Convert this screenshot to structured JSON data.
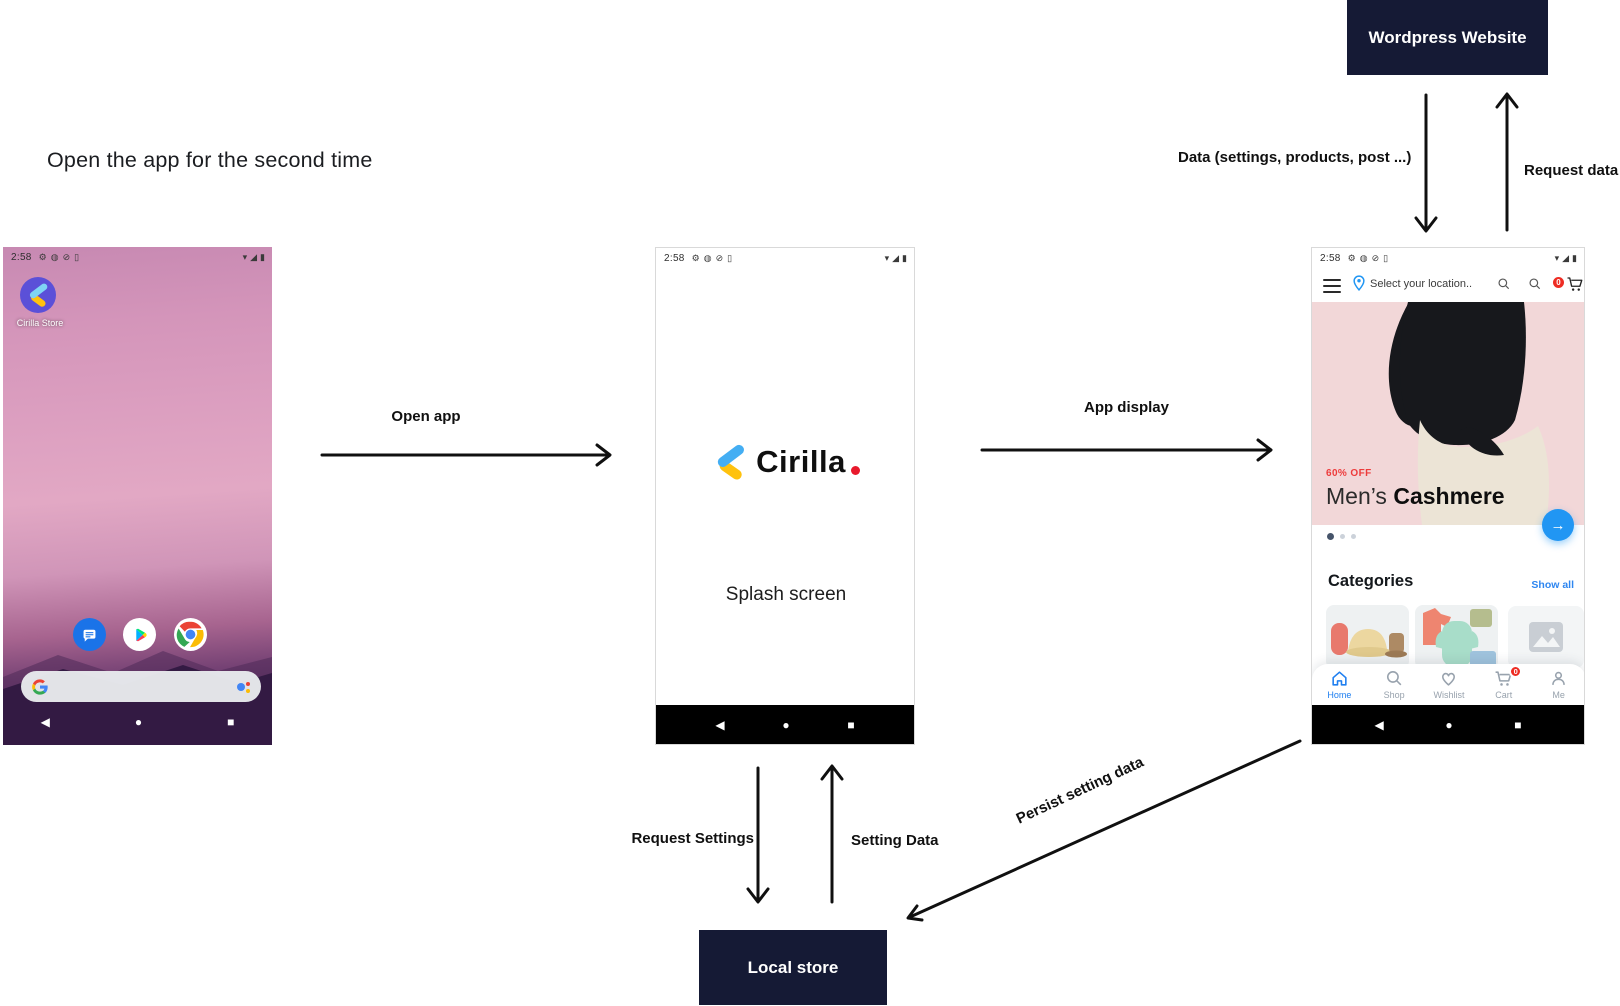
{
  "canvas": {
    "caption": "Open the app for the second time"
  },
  "nodes": {
    "wordpress": "Wordpress Website",
    "local_store": "Local store"
  },
  "arrow_labels": {
    "open_app": "Open app",
    "app_display": "App display",
    "wp_down": "Data (settings, products, post ...)",
    "wp_up": "Request data",
    "store_down": "Request Settings",
    "store_up": "Setting Data",
    "persist": "Persist setting data"
  },
  "colors": {
    "node_bg": "#151a35",
    "accent_blue": "#2196f3",
    "badge_red": "#ee2d24",
    "sale_red": "#ed3b3b",
    "link_blue": "#2e86f0",
    "logo_yellow": "#ffc20e",
    "logo_blue": "#44aef3",
    "app_icon_purple": "#5b50d8"
  },
  "glyphs": {
    "gear": "⚙",
    "shield": "◍",
    "slash": "⊘",
    "sim": "▯",
    "wifi": "▾",
    "signal": "◢",
    "battery": "▮",
    "back": "◀",
    "home": "●",
    "recents": "■",
    "next_arrow": "→"
  },
  "phone1": {
    "time": "2:58",
    "app_label": "Cirilla Store"
  },
  "phone2": {
    "time": "2:58",
    "logo": "Cirilla",
    "label": "Splash screen"
  },
  "phone3": {
    "time": "2:58",
    "location": "Select your location..",
    "header_cart_badge": "0",
    "hero_discount": "60% OFF",
    "hero_title_a": "Men’s",
    "hero_title_b": "Cashmere",
    "categories_title": "Categories",
    "show_all": "Show all",
    "nav": [
      {
        "label": "Home"
      },
      {
        "label": "Shop"
      },
      {
        "label": "Wishlist"
      },
      {
        "label": "Cart",
        "badge": "0"
      },
      {
        "label": "Me"
      }
    ]
  }
}
